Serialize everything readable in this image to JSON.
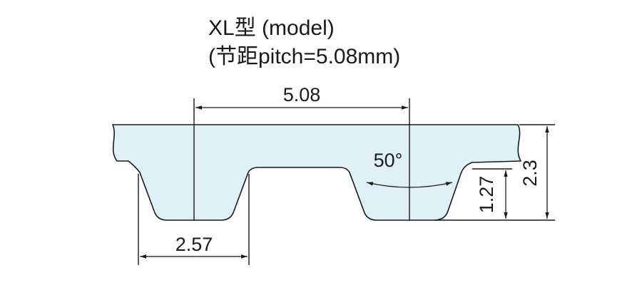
{
  "title": {
    "line1": "XL型 (model)",
    "line2": "(节距pitch=5.08mm)"
  },
  "dimensions": {
    "pitch": "5.08",
    "tooth_base_width": "2.57",
    "tooth_angle": "50°",
    "tooth_height": "1.27",
    "belt_height": "2.3"
  },
  "colors": {
    "belt_fill": "#dff1f8",
    "line": "#1a1a1a"
  }
}
